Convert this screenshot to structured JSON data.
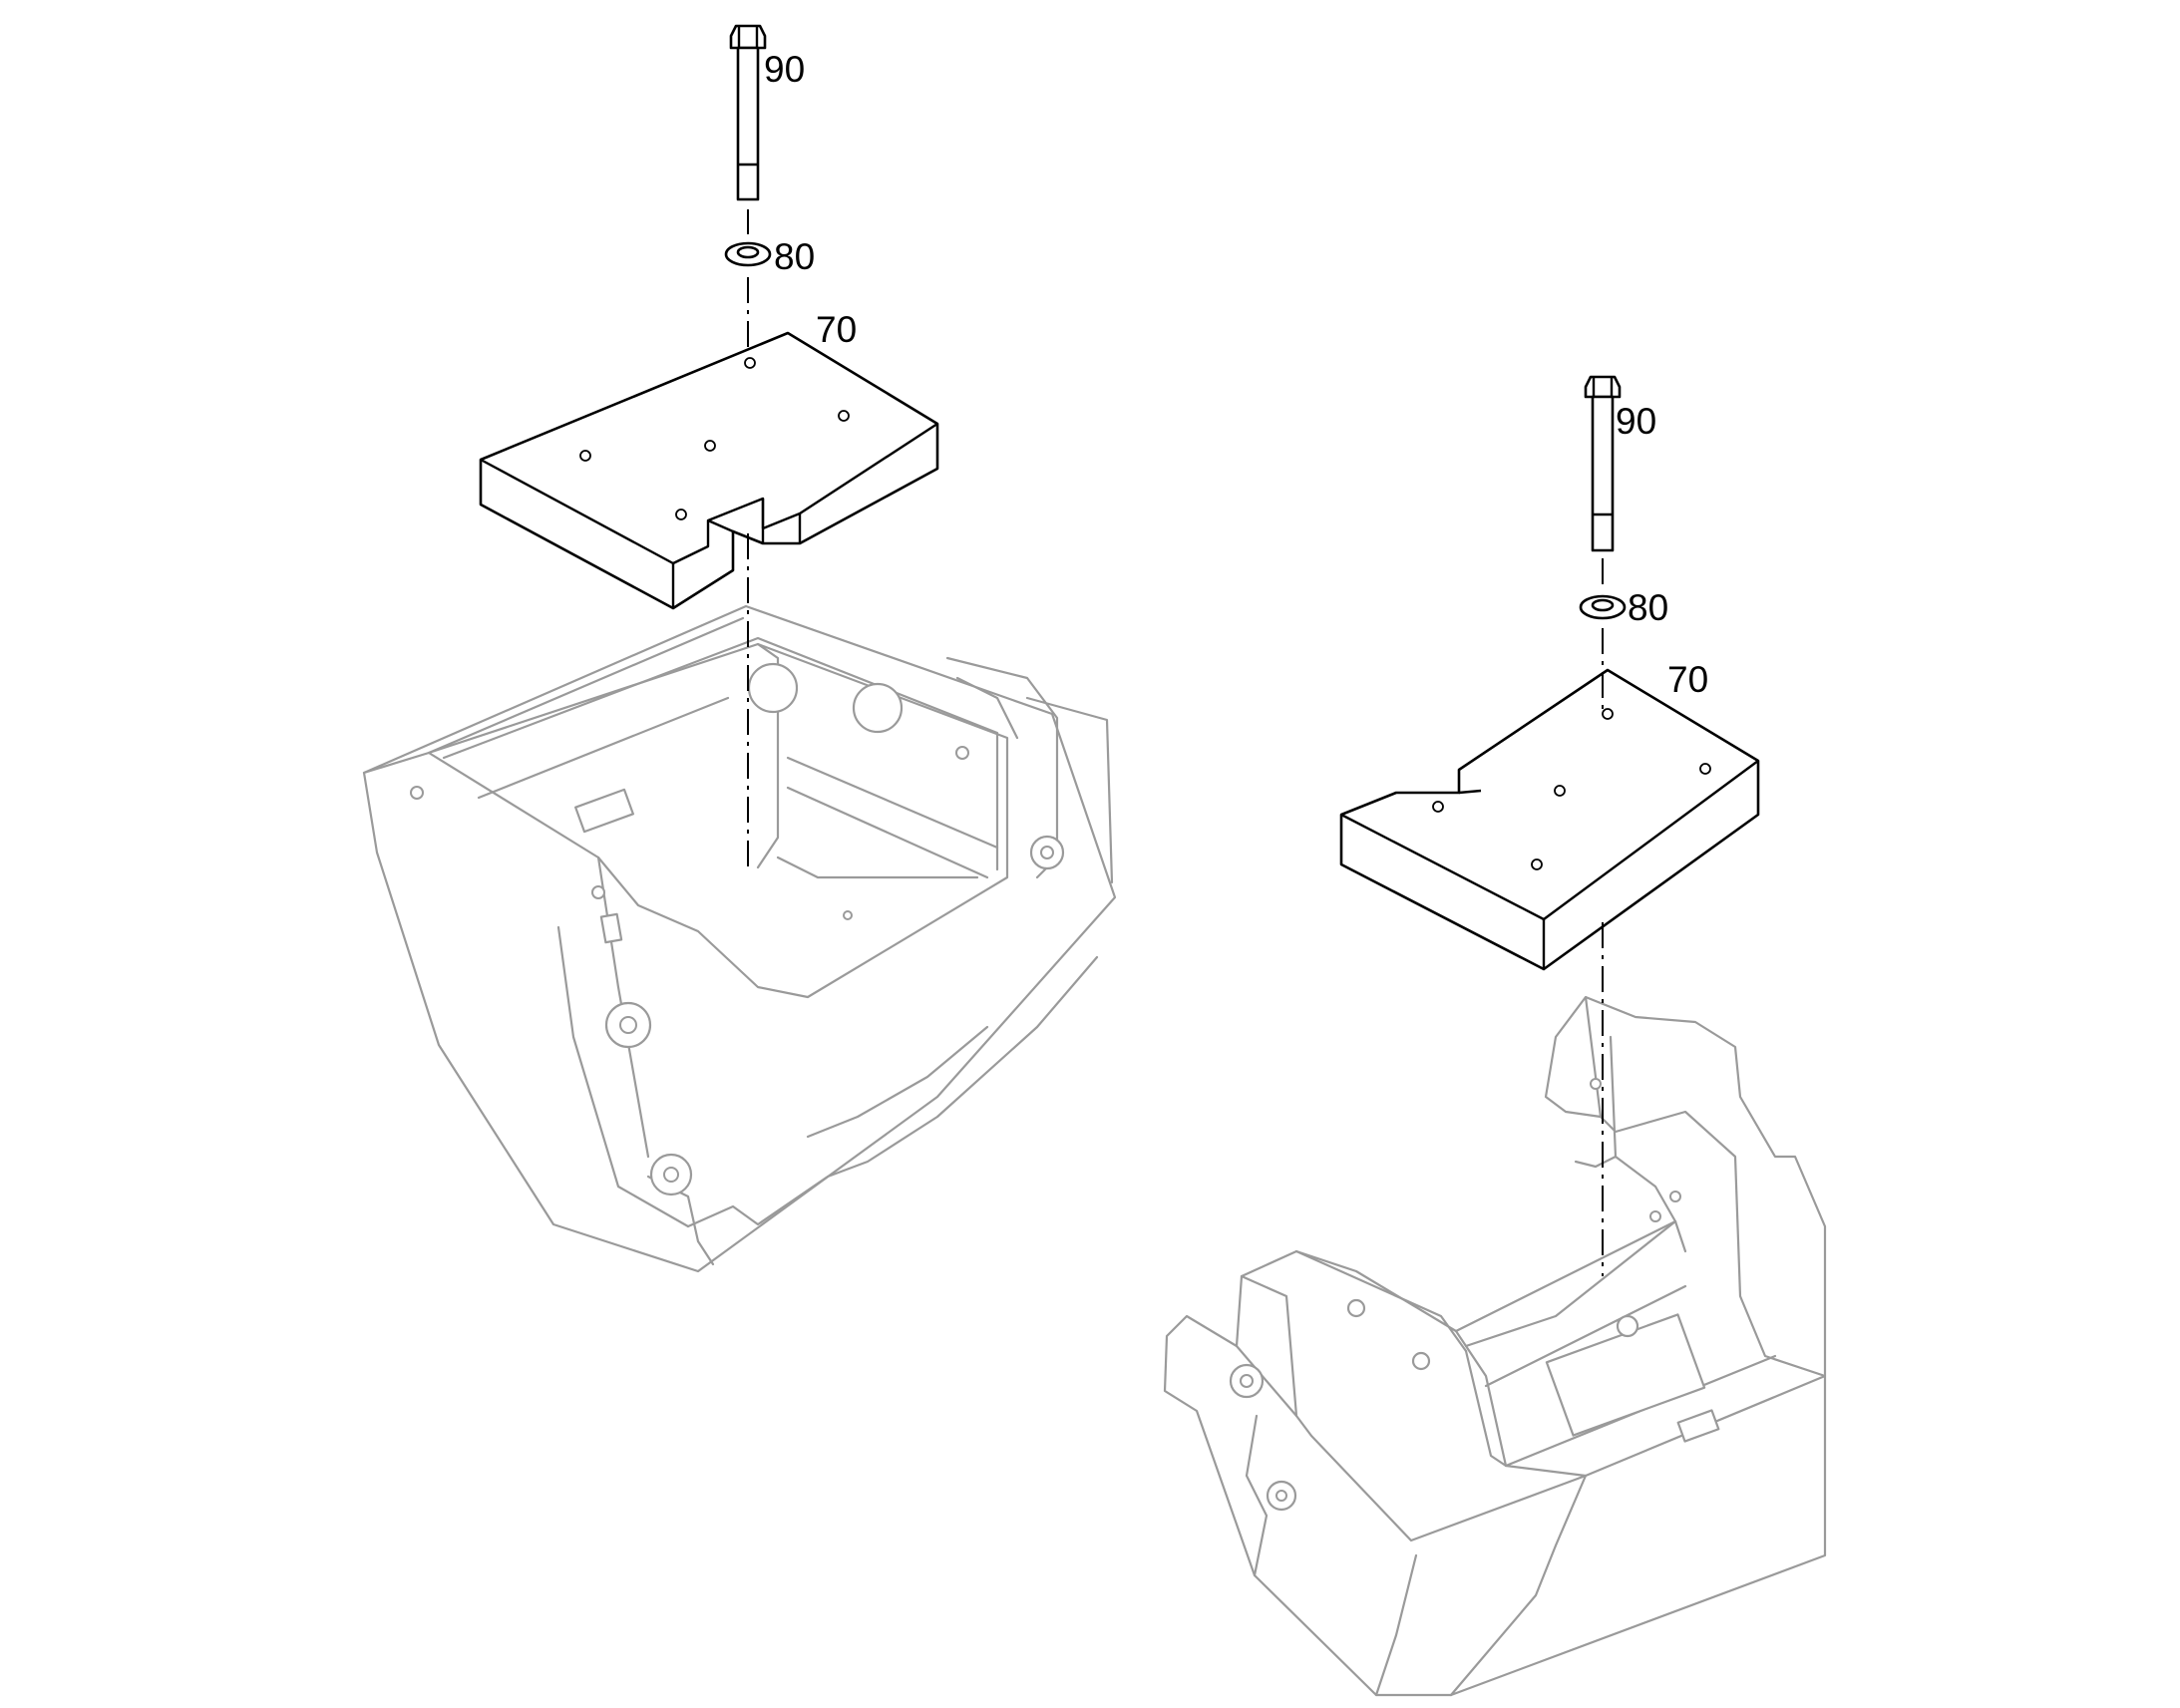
{
  "callouts": {
    "left_bolt": "90",
    "left_washer": "80",
    "left_weight": "70",
    "right_bolt": "90",
    "right_washer": "80",
    "right_weight": "70"
  }
}
